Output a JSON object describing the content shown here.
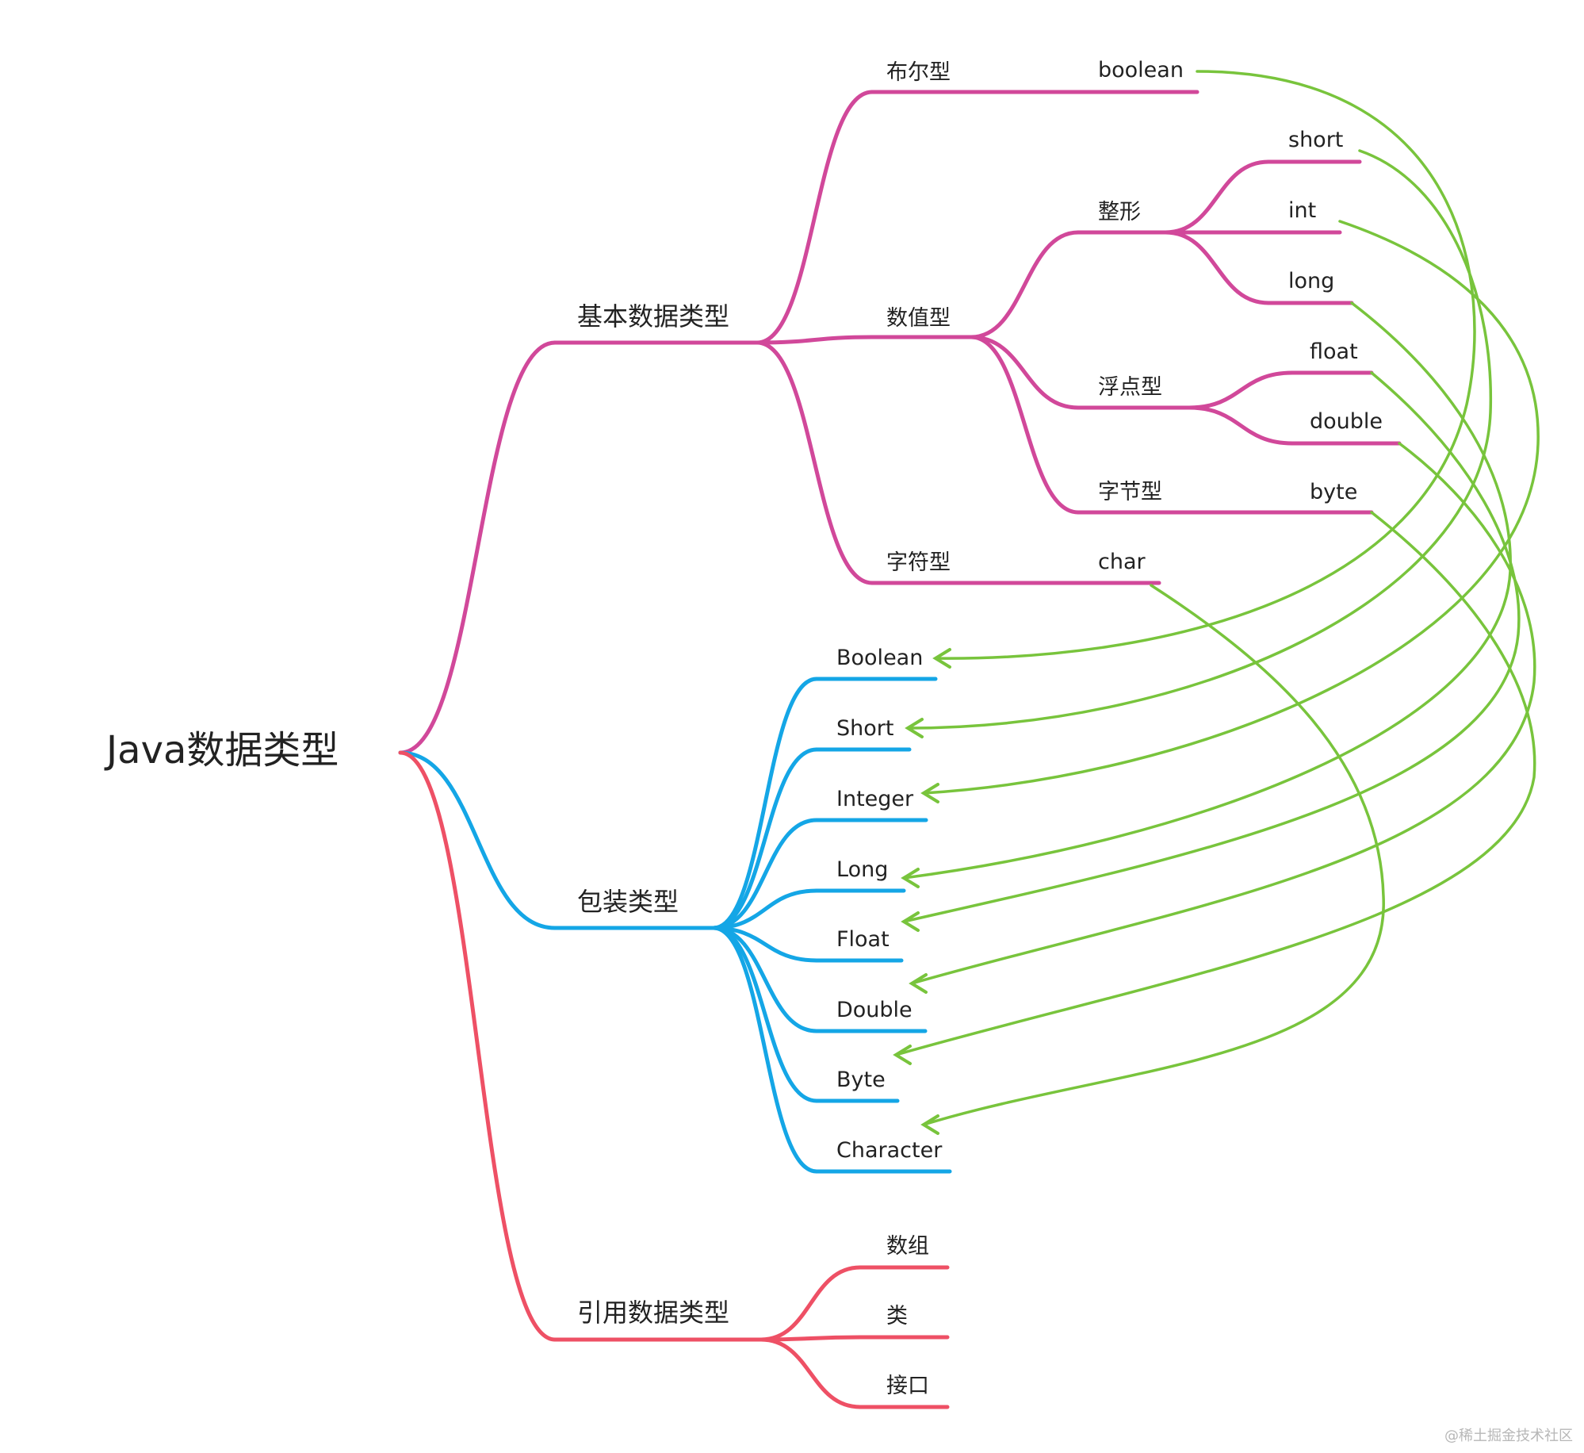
{
  "colors": {
    "primitive": "#d1489a",
    "wrapper": "#14a6e6",
    "reference": "#ee5065",
    "mapping_arrow": "#78c43c",
    "text": "#222222"
  },
  "root": {
    "label": "Java数据类型"
  },
  "primitive": {
    "label": "基本数据类型",
    "categories": {
      "boolean_type": {
        "label": "布尔型",
        "types": [
          "boolean"
        ]
      },
      "numeric": {
        "label": "数值型",
        "integer": {
          "label": "整形",
          "types": [
            "short",
            "int",
            "long"
          ]
        },
        "floating": {
          "label": "浮点型",
          "types": [
            "float",
            "double"
          ]
        },
        "byte_type": {
          "label": "字节型",
          "types": [
            "byte"
          ]
        }
      },
      "char_type": {
        "label": "字符型",
        "types": [
          "char"
        ]
      }
    }
  },
  "wrapper": {
    "label": "包装类型",
    "items": [
      "Boolean",
      "Short",
      "Integer",
      "Long",
      "Float",
      "Double",
      "Byte",
      "Character"
    ]
  },
  "reference": {
    "label": "引用数据类型",
    "items": [
      "数组",
      "类",
      "接口"
    ]
  },
  "mappings": [
    {
      "from": "boolean",
      "to": "Boolean"
    },
    {
      "from": "short",
      "to": "Short"
    },
    {
      "from": "int",
      "to": "Integer"
    },
    {
      "from": "long",
      "to": "Long"
    },
    {
      "from": "float",
      "to": "Float"
    },
    {
      "from": "double",
      "to": "Double"
    },
    {
      "from": "byte",
      "to": "Byte"
    },
    {
      "from": "char",
      "to": "Character"
    }
  ],
  "watermark": "@稀土掘金技术社区"
}
